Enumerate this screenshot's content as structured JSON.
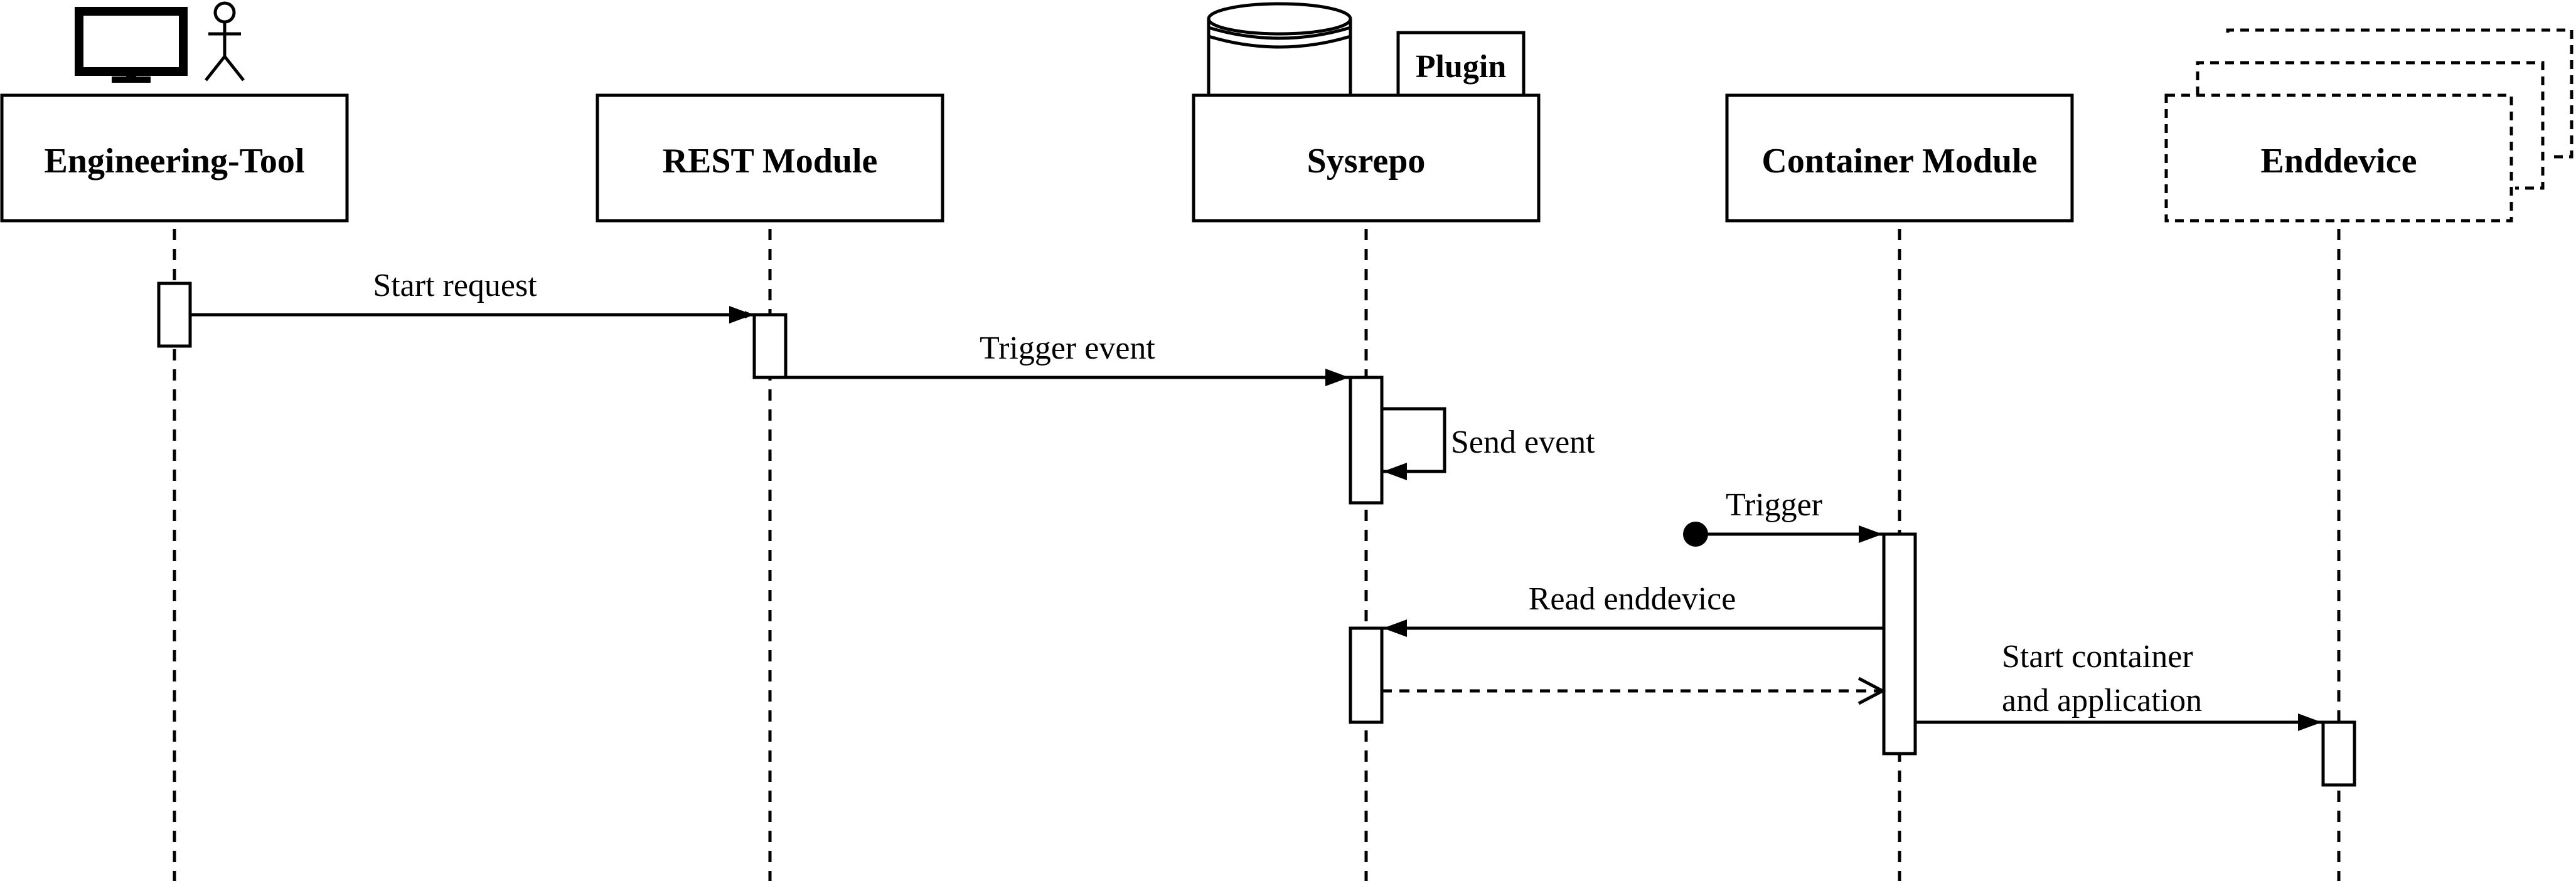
{
  "participants": [
    {
      "id": "engineering-tool",
      "label": "Engineering-Tool",
      "icons": [
        "monitor-icon",
        "person-icon"
      ]
    },
    {
      "id": "rest-module",
      "label": "REST Module"
    },
    {
      "id": "sysrepo",
      "label": "Sysrepo",
      "attachments": [
        "database-icon"
      ],
      "plugin_label": "Plugin"
    },
    {
      "id": "container-module",
      "label": "Container Module"
    },
    {
      "id": "enddevice",
      "label": "Enddevice",
      "style": "dashed-stacked"
    }
  ],
  "messages": [
    {
      "id": "start-request",
      "label": "Start request",
      "from": "engineering-tool",
      "to": "rest-module",
      "kind": "sync"
    },
    {
      "id": "trigger-event",
      "label": "Trigger event",
      "from": "rest-module",
      "to": "sysrepo",
      "kind": "sync"
    },
    {
      "id": "send-event",
      "label": "Send event",
      "from": "sysrepo",
      "to": "sysrepo",
      "kind": "self"
    },
    {
      "id": "trigger",
      "label": "Trigger",
      "from": "found",
      "to": "container-module",
      "kind": "found"
    },
    {
      "id": "read-enddevice",
      "label": "Read enddevice",
      "from": "container-module",
      "to": "sysrepo",
      "kind": "sync"
    },
    {
      "id": "read-enddevice-reply",
      "label": "",
      "from": "sysrepo",
      "to": "container-module",
      "kind": "reply"
    },
    {
      "id": "start-container",
      "label_lines": [
        "Start container",
        "and application"
      ],
      "from": "container-module",
      "to": "enddevice",
      "kind": "sync"
    }
  ]
}
